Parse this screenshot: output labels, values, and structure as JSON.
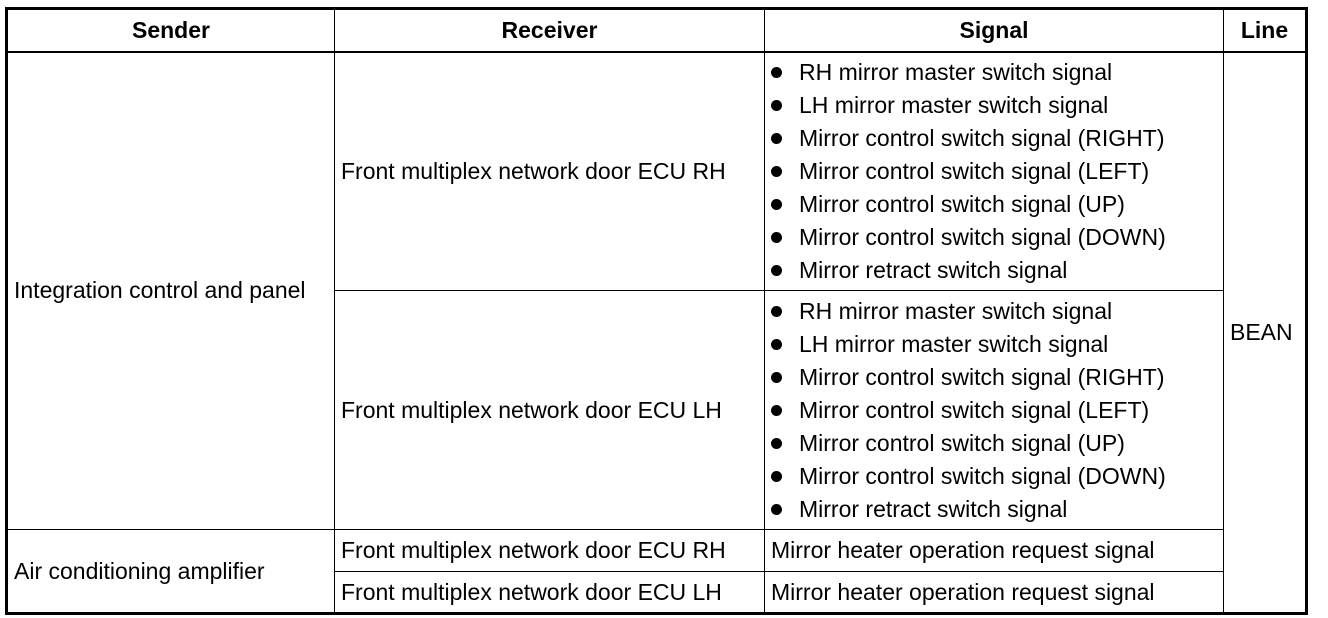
{
  "headers": {
    "sender": "Sender",
    "receiver": "Receiver",
    "signal": "Signal",
    "line": "Line"
  },
  "rows": [
    {
      "sender": "Integration control and panel",
      "receiver": "Front multiplex network door ECU RH",
      "signals": [
        "RH mirror master switch signal",
        "LH mirror master switch signal",
        "Mirror control switch signal (RIGHT)",
        "Mirror control switch signal (LEFT)",
        "Mirror control switch signal (UP)",
        "Mirror control switch signal (DOWN)",
        "Mirror retract switch signal"
      ]
    },
    {
      "receiver": "Front multiplex network door ECU LH",
      "signals": [
        "RH mirror master switch signal",
        "LH mirror master switch signal",
        "Mirror control switch signal (RIGHT)",
        "Mirror control switch signal (LEFT)",
        "Mirror control switch signal (UP)",
        "Mirror control switch signal (DOWN)",
        "Mirror retract switch signal"
      ]
    },
    {
      "sender": "Air conditioning amplifier",
      "receiver": "Front multiplex network door ECU RH",
      "signal": "Mirror heater operation request signal"
    },
    {
      "receiver": "Front multiplex network door ECU LH",
      "signal": "Mirror heater operation request signal"
    }
  ],
  "line": "BEAN"
}
